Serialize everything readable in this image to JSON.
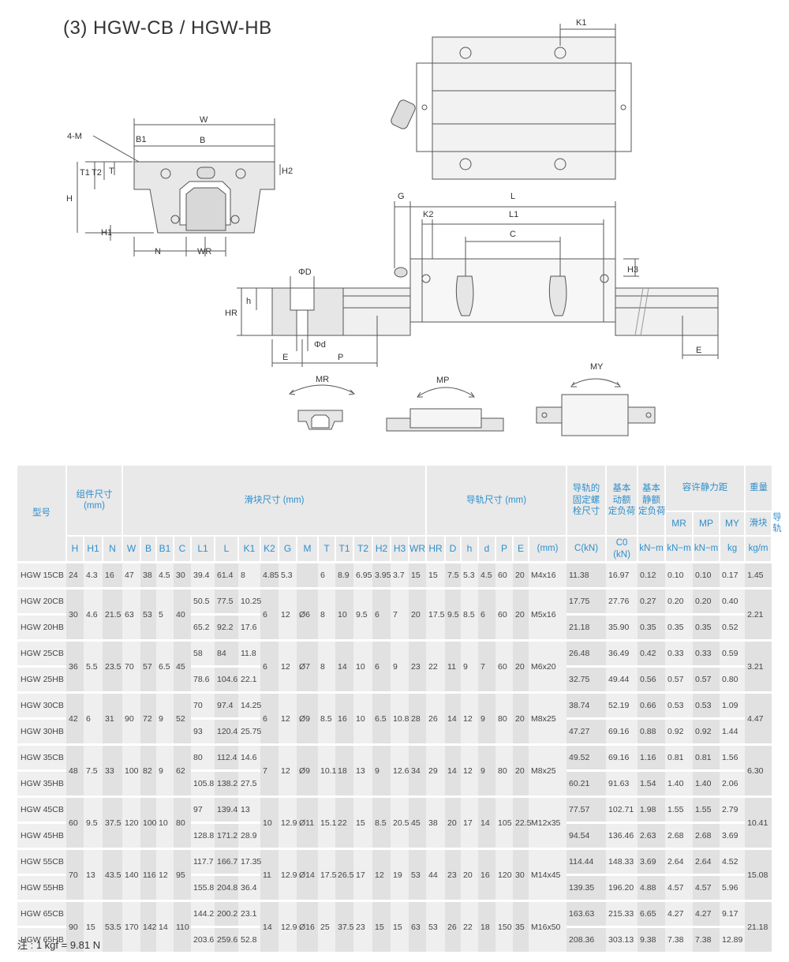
{
  "title": "(3) HGW-CB / HGW-HB",
  "drawing_labels": {
    "four_m": "4-M",
    "W": "W",
    "B1": "B1",
    "B": "B",
    "T1": "T1",
    "T2": "T2",
    "T": "T",
    "H2": "H2",
    "H": "H",
    "H1": "H1",
    "N": "N",
    "WR": "WR",
    "K1": "K1",
    "G": "G",
    "L": "L",
    "L1": "L1",
    "K2": "K2",
    "C": "C",
    "H3": "H3",
    "phiD": "ΦD",
    "HR": "HR",
    "h": "h",
    "phid": "Φd",
    "E": "E",
    "P": "P",
    "E2": "E",
    "MR": "MR",
    "MP": "MP",
    "MY": "MY"
  },
  "table": {
    "header": {
      "model": "型号",
      "assembly": "组件尺寸\n(mm)",
      "block": "滑块尺寸 (mm)",
      "rail": "导轨尺寸 (mm)",
      "bolt": "导轨的\n固定螺\n栓尺寸",
      "dynamic": "基本\n动额\n定负荷",
      "static": "基本\n静额\n定负荷",
      "moment": "容许静力距",
      "weight": "重量",
      "MR": "MR",
      "MP": "MP",
      "MY": "MY",
      "block_w": "滑块",
      "rail_w": "导轨",
      "symbols": [
        "H",
        "H1",
        "N",
        "W",
        "B",
        "B1",
        "C",
        "L1",
        "L",
        "K1",
        "K2",
        "G",
        "M",
        "T",
        "T1",
        "T2",
        "H2",
        "H3",
        "WR",
        "HR",
        "D",
        "h",
        "d",
        "P",
        "E"
      ],
      "units": [
        "(mm)",
        "C(kN)",
        "C0 (kN)",
        "kN−m",
        "kN−m",
        "kN−m",
        "kg",
        "kg/m"
      ]
    },
    "groups": [
      {
        "a": [
          "24",
          "4.3",
          "16",
          "47",
          "38",
          "4.5",
          "30"
        ],
        "b": [
          "4.85",
          "5.3",
          "",
          "6",
          "8.9",
          "6.95",
          "3.95",
          "3.7",
          "15",
          "15",
          "7.5",
          "5.3",
          "4.5",
          "60",
          "20",
          "M4x16"
        ],
        "rail": "1.45",
        "rows": [
          {
            "model": "HGW 15CB",
            "L1": "39.4",
            "L": "61.4",
            "K1": "8",
            "C": "11.38",
            "C0": "16.97",
            "MR": "0.12",
            "MP": "0.10",
            "MY": "0.10",
            "kg": "0.17"
          }
        ]
      },
      {
        "a": [
          "30",
          "4.6",
          "21.5",
          "63",
          "53",
          "5",
          "40"
        ],
        "b": [
          "6",
          "12",
          "Ø6",
          "8",
          "10",
          "9.5",
          "6",
          "7",
          "20",
          "17.5",
          "9.5",
          "8.5",
          "6",
          "60",
          "20",
          "M5x16"
        ],
        "rail": "2.21",
        "rows": [
          {
            "model": "HGW 20CB",
            "L1": "50.5",
            "L": "77.5",
            "K1": "10.25",
            "C": "17.75",
            "C0": "27.76",
            "MR": "0.27",
            "MP": "0.20",
            "MY": "0.20",
            "kg": "0.40"
          },
          {
            "model": "HGW 20HB",
            "L1": "65.2",
            "L": "92.2",
            "K1": "17.6",
            "C": "21.18",
            "C0": "35.90",
            "MR": "0.35",
            "MP": "0.35",
            "MY": "0.35",
            "kg": "0.52"
          }
        ]
      },
      {
        "a": [
          "36",
          "5.5",
          "23.5",
          "70",
          "57",
          "6.5",
          "45"
        ],
        "b": [
          "6",
          "12",
          "Ø7",
          "8",
          "14",
          "10",
          "6",
          "9",
          "23",
          "22",
          "11",
          "9",
          "7",
          "60",
          "20",
          "M6x20"
        ],
        "rail": "3.21",
        "rows": [
          {
            "model": "HGW 25CB",
            "L1": "58",
            "L": "84",
            "K1": "11.8",
            "C": "26.48",
            "C0": "36.49",
            "MR": "0.42",
            "MP": "0.33",
            "MY": "0.33",
            "kg": "0.59"
          },
          {
            "model": "HGW 25HB",
            "L1": "78.6",
            "L": "104.6",
            "K1": "22.1",
            "C": "32.75",
            "C0": "49.44",
            "MR": "0.56",
            "MP": "0.57",
            "MY": "0.57",
            "kg": "0.80"
          }
        ]
      },
      {
        "a": [
          "42",
          "6",
          "31",
          "90",
          "72",
          "9",
          "52"
        ],
        "b": [
          "6",
          "12",
          "Ø9",
          "8.5",
          "16",
          "10",
          "6.5",
          "10.8",
          "28",
          "26",
          "14",
          "12",
          "9",
          "80",
          "20",
          "M8x25"
        ],
        "rail": "4.47",
        "rows": [
          {
            "model": "HGW 30CB",
            "L1": "70",
            "L": "97.4",
            "K1": "14.25",
            "C": "38.74",
            "C0": "52.19",
            "MR": "0.66",
            "MP": "0.53",
            "MY": "0.53",
            "kg": "1.09"
          },
          {
            "model": "HGW 30HB",
            "L1": "93",
            "L": "120.4",
            "K1": "25.75",
            "C": "47.27",
            "C0": "69.16",
            "MR": "0.88",
            "MP": "0.92",
            "MY": "0.92",
            "kg": "1.44"
          }
        ]
      },
      {
        "a": [
          "48",
          "7.5",
          "33",
          "100",
          "82",
          "9",
          "62"
        ],
        "b": [
          "7",
          "12",
          "Ø9",
          "10.1",
          "18",
          "13",
          "9",
          "12.6",
          "34",
          "29",
          "14",
          "12",
          "9",
          "80",
          "20",
          "M8x25"
        ],
        "rail": "6.30",
        "rows": [
          {
            "model": "HGW 35CB",
            "L1": "80",
            "L": "112.4",
            "K1": "14.6",
            "C": "49.52",
            "C0": "69.16",
            "MR": "1.16",
            "MP": "0.81",
            "MY": "0.81",
            "kg": "1.56"
          },
          {
            "model": "HGW 35HB",
            "L1": "105.8",
            "L": "138.2",
            "K1": "27.5",
            "C": "60.21",
            "C0": "91.63",
            "MR": "1.54",
            "MP": "1.40",
            "MY": "1.40",
            "kg": "2.06"
          }
        ]
      },
      {
        "a": [
          "60",
          "9.5",
          "37.5",
          "120",
          "100",
          "10",
          "80"
        ],
        "b": [
          "10",
          "12.9",
          "Ø11",
          "15.1",
          "22",
          "15",
          "8.5",
          "20.5",
          "45",
          "38",
          "20",
          "17",
          "14",
          "105",
          "22.5",
          "M12x35"
        ],
        "rail": "10.41",
        "rows": [
          {
            "model": "HGW 45CB",
            "L1": "97",
            "L": "139.4",
            "K1": "13",
            "C": "77.57",
            "C0": "102.71",
            "MR": "1.98",
            "MP": "1.55",
            "MY": "1.55",
            "kg": "2.79"
          },
          {
            "model": "HGW 45HB",
            "L1": "128.8",
            "L": "171.2",
            "K1": "28.9",
            "C": "94.54",
            "C0": "136.46",
            "MR": "2.63",
            "MP": "2.68",
            "MY": "2.68",
            "kg": "3.69"
          }
        ]
      },
      {
        "a": [
          "70",
          "13",
          "43.5",
          "140",
          "116",
          "12",
          "95"
        ],
        "b": [
          "11",
          "12.9",
          "Ø14",
          "17.5",
          "26.5",
          "17",
          "12",
          "19",
          "53",
          "44",
          "23",
          "20",
          "16",
          "120",
          "30",
          "M14x45"
        ],
        "rail": "15.08",
        "rows": [
          {
            "model": "HGW 55CB",
            "L1": "117.7",
            "L": "166.7",
            "K1": "17.35",
            "C": "114.44",
            "C0": "148.33",
            "MR": "3.69",
            "MP": "2.64",
            "MY": "2.64",
            "kg": "4.52"
          },
          {
            "model": "HGW 55HB",
            "L1": "155.8",
            "L": "204.8",
            "K1": "36.4",
            "C": "139.35",
            "C0": "196.20",
            "MR": "4.88",
            "MP": "4.57",
            "MY": "4.57",
            "kg": "5.96"
          }
        ]
      },
      {
        "a": [
          "90",
          "15",
          "53.5",
          "170",
          "142",
          "14",
          "110"
        ],
        "b": [
          "14",
          "12.9",
          "Ø16",
          "25",
          "37.5",
          "23",
          "15",
          "15",
          "63",
          "53",
          "26",
          "22",
          "18",
          "150",
          "35",
          "M16x50"
        ],
        "rail": "21.18",
        "rows": [
          {
            "model": "HGW 65CB",
            "L1": "144.2",
            "L": "200.2",
            "K1": "23.1",
            "C": "163.63",
            "C0": "215.33",
            "MR": "6.65",
            "MP": "4.27",
            "MY": "4.27",
            "kg": "9.17"
          },
          {
            "model": "HGW 65HB",
            "L1": "203.6",
            "L": "259.6",
            "K1": "52.8",
            "C": "208.36",
            "C0": "303.13",
            "MR": "9.38",
            "MP": "7.38",
            "MY": "7.38",
            "kg": "12.89"
          }
        ]
      }
    ]
  },
  "note": "注 : 1 kgf = 9.81 N"
}
